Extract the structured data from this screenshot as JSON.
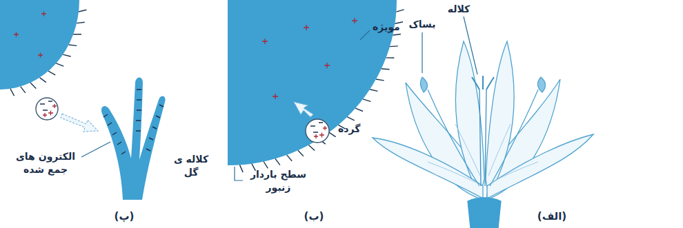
{
  "diagram": {
    "labels": [
      "کلاله",
      "بساک",
      "(الف)",
      "مویژه",
      "گرده",
      "سطح باردار زنبور",
      "(ب)",
      "الکترون های جمع شده",
      "کلاله ی گل",
      "(پ)"
    ]
  }
}
